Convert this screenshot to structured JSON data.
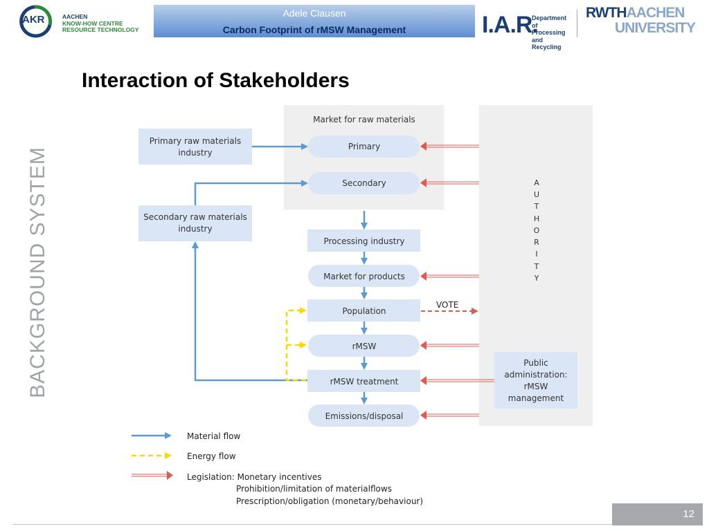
{
  "header": {
    "akr_logo": {
      "mark": "AKR",
      "lines": [
        "AACHEN",
        "KNOW-HOW CENTRE",
        "RESOURCE TECHNOLOGY"
      ]
    },
    "author": "Adele Clausen",
    "presentation_title": "Carbon Footprint of rMSW Management",
    "iar_logo": {
      "mark": "I.A.R.",
      "lines": [
        "Department",
        "of Processing",
        "and Recycling"
      ]
    },
    "rwth_logo": {
      "top_a": "RWTH",
      "top_b": "AACHEN",
      "bottom": "UNIVERSITY"
    }
  },
  "slide": {
    "title": "Interaction of Stakeholders",
    "side_label": "BACKGROUND SYSTEM",
    "page_number": "12"
  },
  "diagram": {
    "market_raw_title": "Market for raw materials",
    "nodes": {
      "primary_raw_industry": [
        "Primary raw materials",
        "industry"
      ],
      "secondary_raw_industry": [
        "Secondary raw materials",
        "industry"
      ],
      "primary": "Primary",
      "secondary": "Secondary",
      "processing_industry": "Processing industry",
      "market_products": "Market for products",
      "population": "Population",
      "rmsw": "rMSW",
      "rmsw_treatment": "rMSW treatment",
      "emissions": "Emissions/disposal",
      "public_admin": [
        "Public",
        "administration:",
        "rMSW",
        "management"
      ]
    },
    "authority_letters": [
      "A",
      "U",
      "T",
      "H",
      "O",
      "R",
      "I",
      "T",
      "Y"
    ],
    "vote_label": "VOTE",
    "colors": {
      "material": "#5b9bd5",
      "energy": "#ffd700",
      "legislation": "#e05a4f",
      "node_fill": "#dae6f6",
      "panel_fill": "#efefef"
    },
    "legend": {
      "material": "Material flow",
      "energy": "Energy flow",
      "legislation_lines": [
        "Legislation: Monetary incentives",
        "Prohibition/limitation of materialflows",
        "Prescription/obligation (monetary/behaviour)"
      ]
    }
  }
}
